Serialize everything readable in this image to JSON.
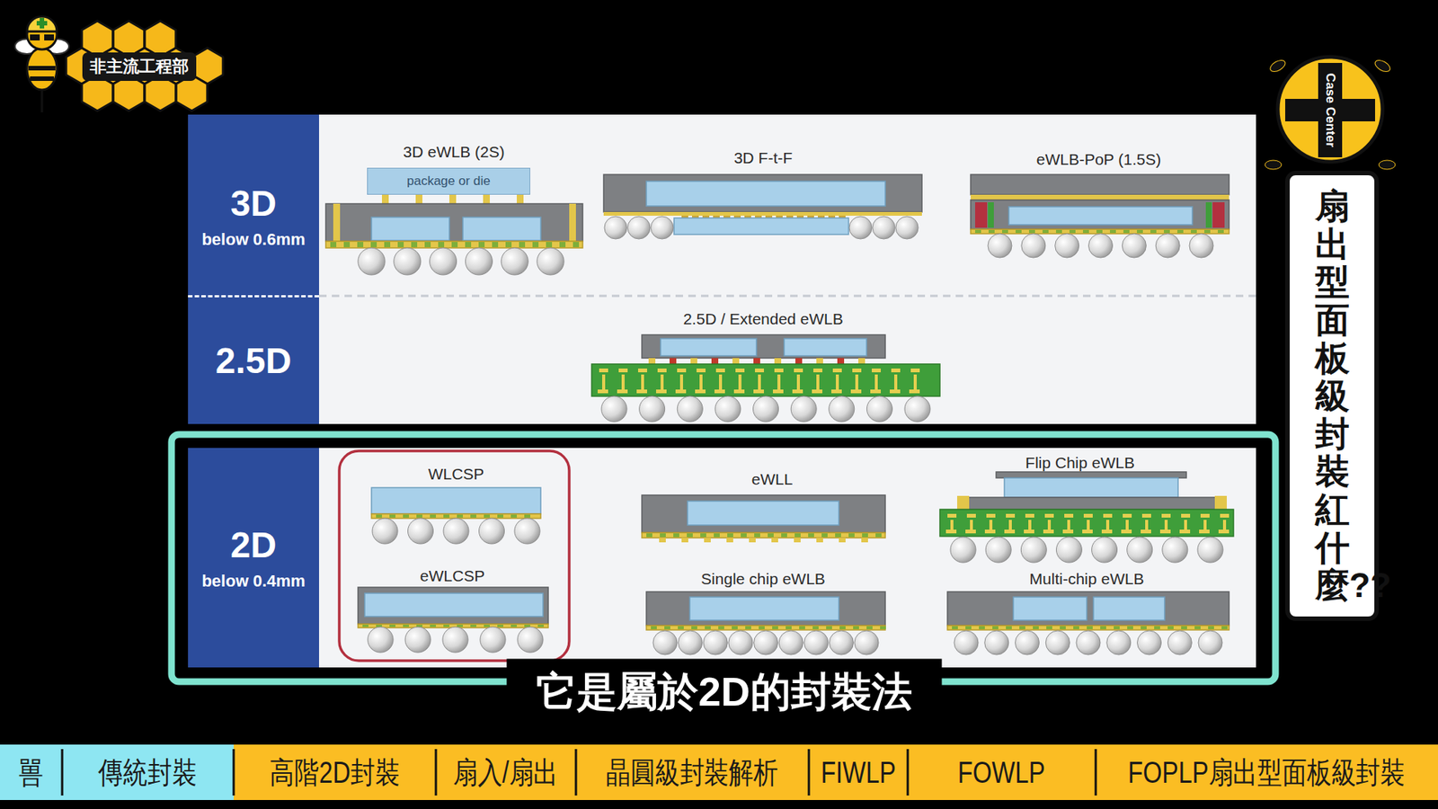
{
  "diagram": {
    "nodes": [
      {
        "text": [
          "非主流工程部"
        ]
      },
      {
        "text": [
          "扇出型面板級封裝紅什麼??"
        ]
      },
      {
        "text": [
          "3D",
          "below 0.6mm"
        ]
      },
      {
        "text": [
          "package or die"
        ]
      },
      {
        "text": [
          "2.5D"
        ]
      },
      {
        "text": [
          "2D",
          "below 0.4mm"
        ]
      }
    ],
    "labels": [
      "Case Center",
      "3D eWLB (2S)",
      "3D F-t-F",
      "eWLB-PoP (1.5S)",
      "2.5D / Extended eWLB",
      "WLCSP",
      "eWLL",
      "Flip Chip eWLB",
      "eWLCSP",
      "Single chip eWLB",
      "Multi-chip eWLB",
      "它是屬於2D的封裝法",
      "嘼",
      "傳統封裝",
      "高階2D封裝",
      "扇入/扇出",
      "晶圓級封裝解析",
      "FIWLP",
      "FOWLP",
      "FOPLP扇出型面板級封裝"
    ]
  }
}
